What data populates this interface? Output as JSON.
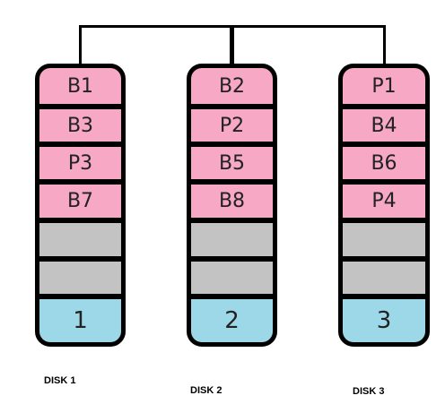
{
  "colors": {
    "block": "#F7A8C4",
    "empty": "#C3C3C3",
    "number": "#9DD8E8",
    "outline": "#000000"
  },
  "disks": [
    {
      "number": "1",
      "label": "DISK 1",
      "blocks": [
        "B1",
        "B3",
        "P3",
        "B7"
      ],
      "empty_slots": 2
    },
    {
      "number": "2",
      "label": "DISK 2",
      "blocks": [
        "B2",
        "P2",
        "B5",
        "B8"
      ],
      "empty_slots": 2
    },
    {
      "number": "3",
      "label": "DISK 3",
      "blocks": [
        "P1",
        "B4",
        "B6",
        "P4"
      ],
      "empty_slots": 2
    }
  ]
}
